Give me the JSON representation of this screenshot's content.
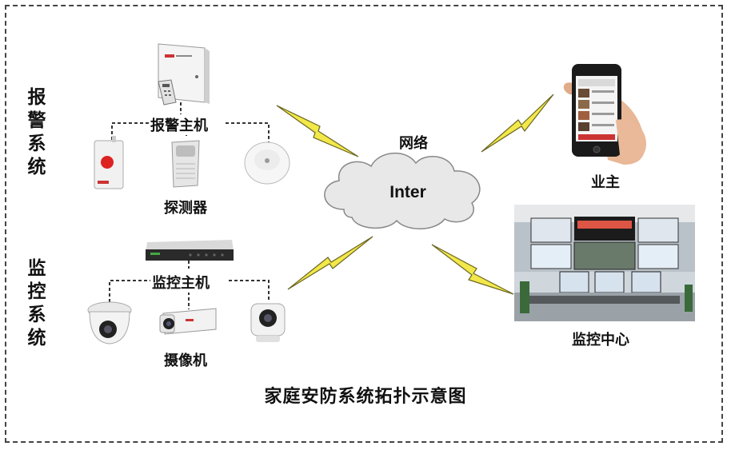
{
  "left_labels": {
    "alarm_system": [
      "报",
      "警",
      "系",
      "统"
    ],
    "monitor_system": [
      "监",
      "控",
      "系",
      "统"
    ]
  },
  "nodes": {
    "alarm_host": "报警主机",
    "detector": "探测器",
    "monitor_host": "监控主机",
    "camera": "摄像机",
    "network": "网络",
    "internet": "Inter",
    "owner": "业主",
    "monitor_center": "监控中心"
  },
  "diagram_title": "家庭安防系统拓扑示意图",
  "colors": {
    "lightning": "#f2e84a",
    "lightning_stroke": "#6b6620",
    "cloud": "#e8e8e8",
    "connector": "#333333"
  }
}
